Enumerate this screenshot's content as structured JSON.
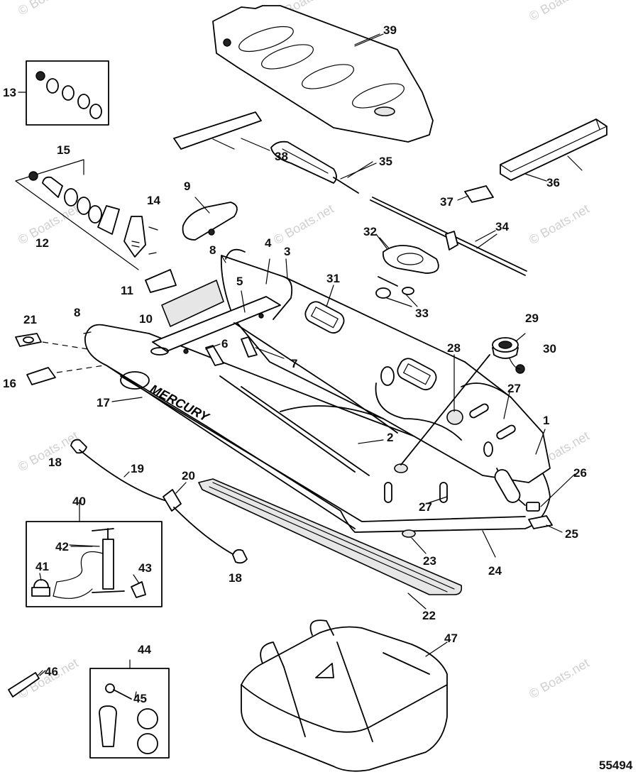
{
  "figure_number": "55494",
  "watermark": "© Boats.net",
  "part_labels": [
    "1",
    "2",
    "3",
    "4",
    "5",
    "6",
    "7",
    "8",
    "8",
    "9",
    "10",
    "11",
    "12",
    "13",
    "14",
    "15",
    "16",
    "17",
    "18",
    "18",
    "19",
    "20",
    "21",
    "22",
    "23",
    "24",
    "25",
    "26",
    "27",
    "27",
    "28",
    "29",
    "30",
    "31",
    "32",
    "33",
    "34",
    "35",
    "36",
    "37",
    "38",
    "39",
    "40",
    "41",
    "42",
    "43",
    "44",
    "45",
    "46",
    "47"
  ],
  "brand_mark": "MERCURY"
}
